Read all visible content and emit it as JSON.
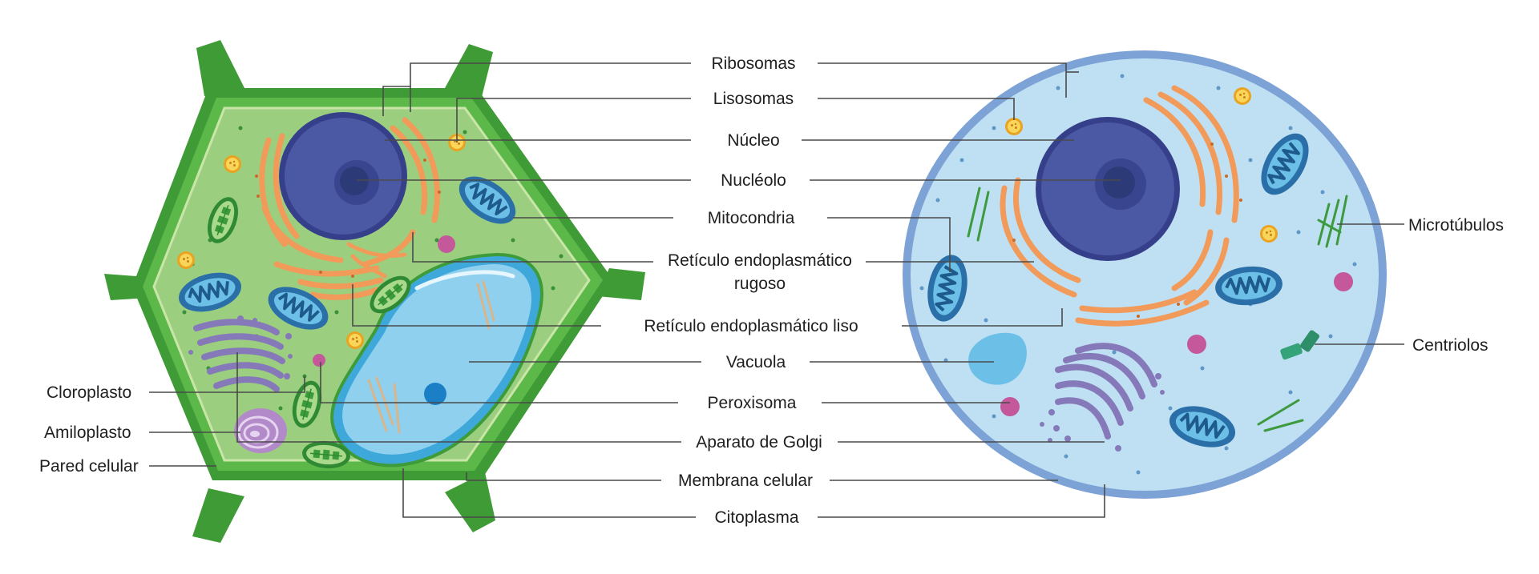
{
  "colors": {
    "plant_wall": "#3f9b35",
    "plant_wall_light": "#5db84a",
    "plant_cytoplasm": "#9bcf7f",
    "animal_membrane": "#7da2d6",
    "animal_cytoplasm": "#bfe0f2",
    "nucleus": "#4b58a3",
    "nucleolus": "#2d3a78",
    "er": "#f29a5a",
    "mitochondria": "#2b6fa8",
    "vacuole": "#7ec8ec",
    "golgi": "#8679b9",
    "lysosome": "#f5c33b",
    "peroxisome": "#c4589a",
    "chloroplast": "#55a845",
    "amyloplast": "#b38ac9",
    "centriole": "#35a37a",
    "microtubule": "#3d9a3f"
  },
  "labels": {
    "center": {
      "ribosomas": "Ribosomas",
      "lisosomas": "Lisosomas",
      "nucleo": "Núcleo",
      "nucleolo": "Nucléolo",
      "mitocondria": "Mitocondria",
      "rer_line1": "Retículo endoplasmático",
      "rer_line2": "rugoso",
      "rel": "Retículo endoplasmático liso",
      "vacuola": "Vacuola",
      "peroxisoma": "Peroxisoma",
      "golgi": "Aparato de Golgi",
      "membrana": "Membrana celular",
      "citoplasma": "Citoplasma"
    },
    "left": {
      "cloroplasto": "Cloroplasto",
      "amiloplasto": "Amiloplasto",
      "pared": "Pared celular"
    },
    "right": {
      "microtubulos": "Microtúbulos",
      "centriolos": "Centriolos"
    }
  }
}
